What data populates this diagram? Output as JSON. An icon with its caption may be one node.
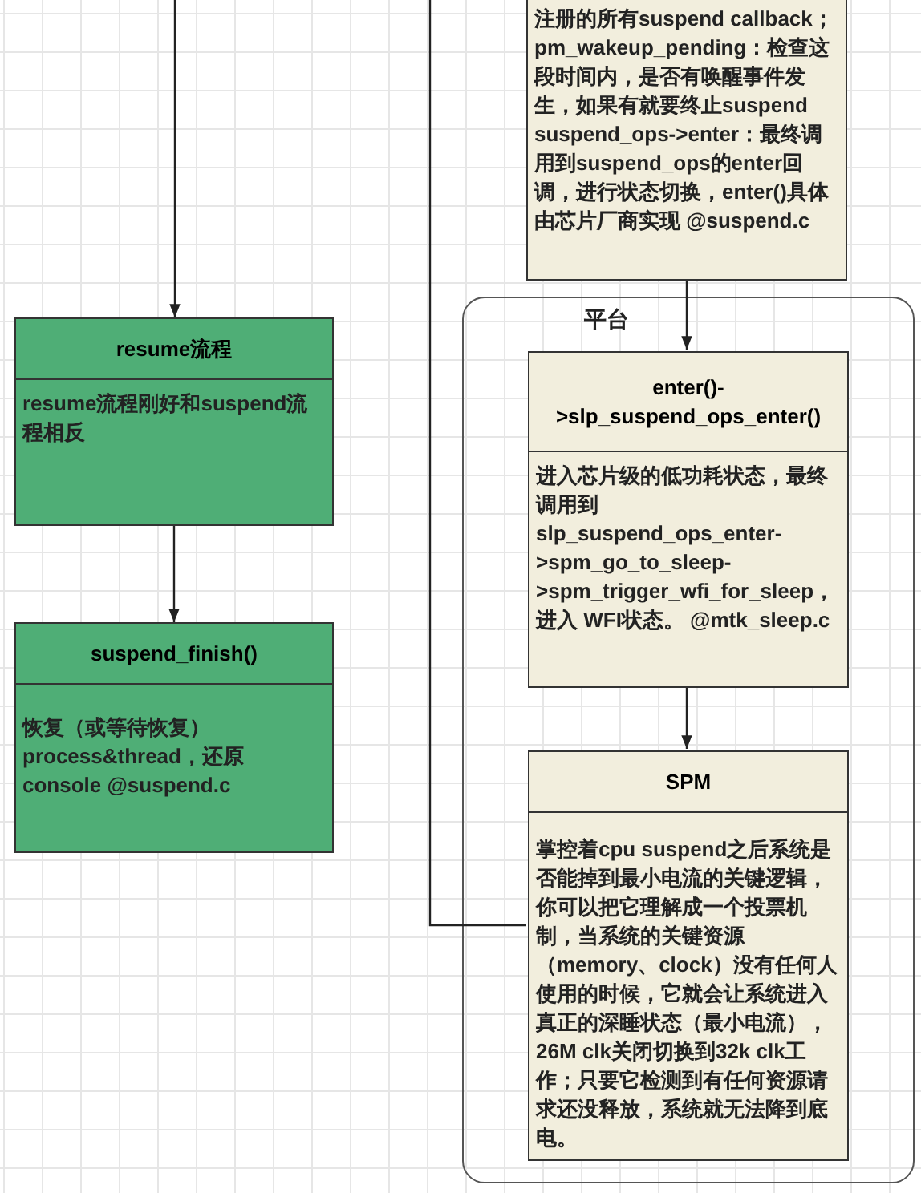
{
  "diagram": {
    "nodes": [
      {
        "text": [
          "注册的所有suspend callback；pm_wakeup_pending：检查这段时间内，是否有唤醒事件发生，如果有就要终止suspend suspend_ops->enter：最终调用到suspend_ops的enter回调，进行状态切换，enter()具体由芯片厂商实现 @suspend.c"
        ]
      },
      {
        "text": [
          "resume流程",
          "resume流程刚好和suspend流程相反"
        ]
      },
      {
        "text": [
          "suspend_finish()",
          "恢复（或等待恢复）process&thread，还原 console @suspend.c"
        ]
      },
      {
        "text": [
          "平台"
        ]
      },
      {
        "text": [
          "enter()->slp_suspend_ops_enter()",
          "进入芯片级的低功耗状态，最终调用到 slp_suspend_ops_enter->spm_go_to_sleep->spm_trigger_wfi_for_sleep，进入 WFI状态。 @mtk_sleep.c"
        ],
        "in": 3
      },
      {
        "text": [
          "SPM",
          "掌控着cpu suspend之后系统是否能掉到最小电流的关键逻辑，你可以把它理解成一个投票机制，当系统的关键资源（memory、clock）没有任何人使用的时候，它就会让系统进入真正的深睡状态（最小电流），26M clk关闭切换到32k clk工作；只要它检测到有任何资源请求还没释放，系统就无法降到底电。"
        ],
        "in": 3
      }
    ],
    "edges": [
      {
        "from": null,
        "to": 1,
        "arrow": "to"
      },
      {
        "from": 1,
        "to": 2,
        "arrow": "to"
      },
      {
        "from": 0,
        "to": 4,
        "arrow": "to"
      },
      {
        "from": 4,
        "to": 5,
        "arrow": "to"
      },
      {
        "from": null,
        "to": 5,
        "arrow": "none"
      }
    ]
  }
}
